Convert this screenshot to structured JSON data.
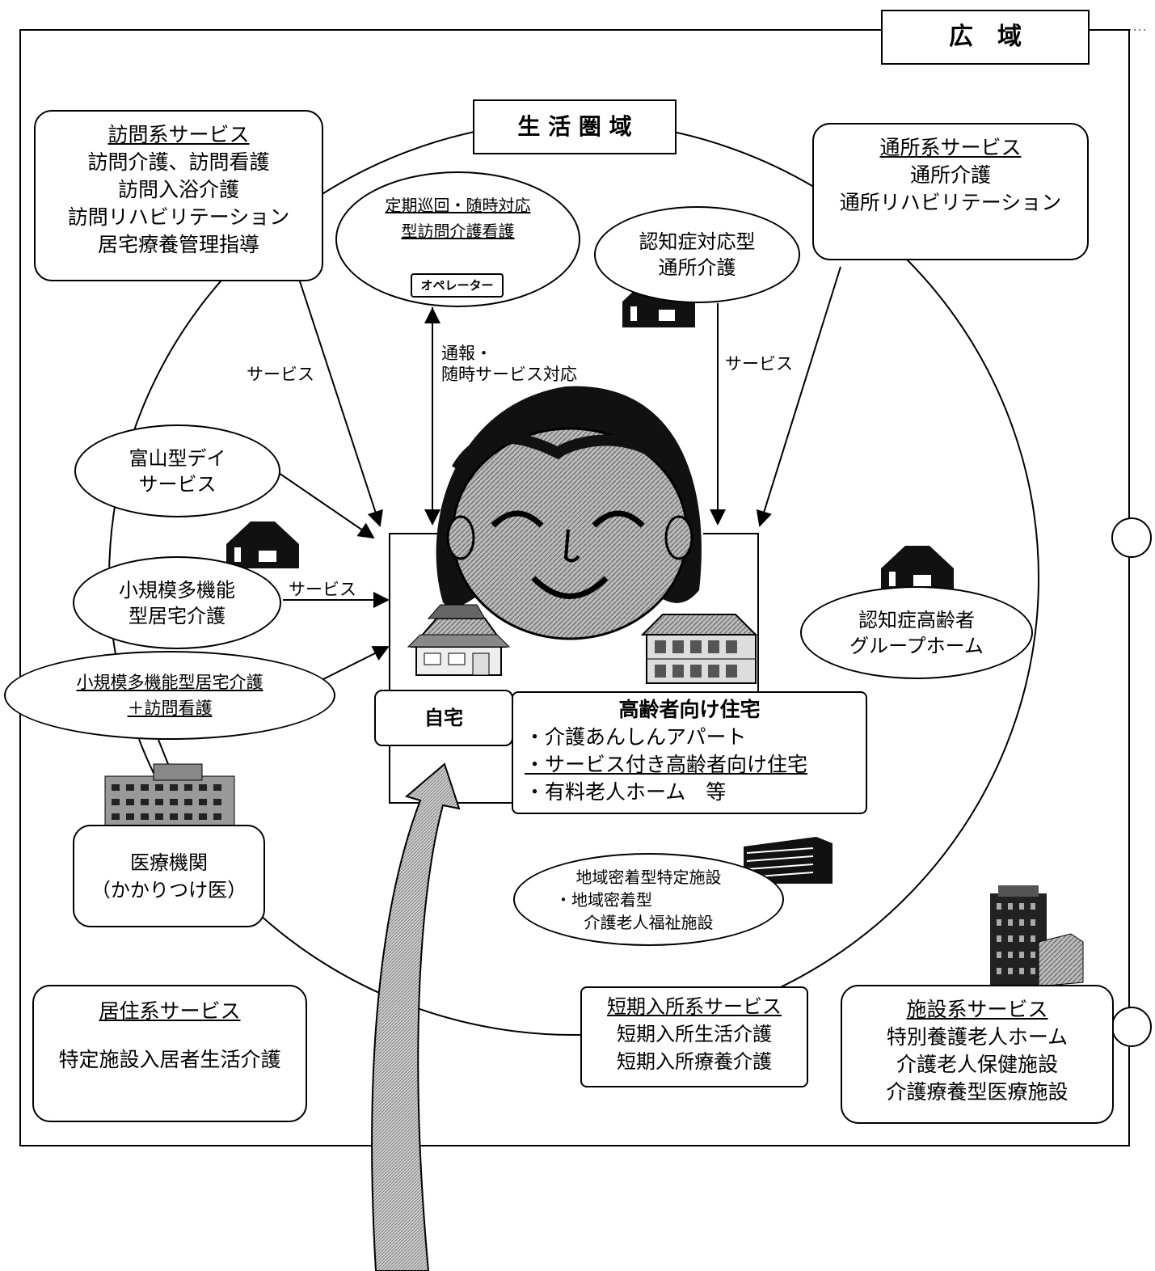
{
  "wide_area": {
    "title": "広　域"
  },
  "living_area": {
    "title": "生 活 圏 域"
  },
  "home_visit": {
    "title": "訪問系サービス",
    "items": [
      "訪問介護、訪問看護",
      "訪問入浴介護",
      "訪問リハビリテーション",
      "居宅療養管理指導"
    ]
  },
  "day_service": {
    "title": "通所系サービス",
    "items": [
      "通所介護",
      "通所リハビリテーション"
    ]
  },
  "periodic_visit": {
    "line1": "定期巡回・随時対応",
    "line2": "型訪問介護看護",
    "operator": "オペレーター"
  },
  "dementia_day": {
    "line1": "認知症対応型",
    "line2": "通所介護"
  },
  "labels": {
    "service_left": "サービス",
    "service_right": "サービス",
    "service_small": "サービス",
    "report_line1": "通報・",
    "report_line2": "随時サービス対応"
  },
  "toyama_day": {
    "line1": "富山型デイ",
    "line2": "サービス"
  },
  "small_multi": {
    "line1": "小規模多機能",
    "line2": "型居宅介護"
  },
  "small_multi_nursing": {
    "line1": "小規模多機能型居宅介護",
    "line2": "＋訪問看護"
  },
  "medical": {
    "line1": "医療機関",
    "line2": "（かかりつけ医）"
  },
  "home": {
    "label": "自宅"
  },
  "elderly_housing": {
    "title": "高齢者向け住宅",
    "items": [
      "・介護あんしんアパート",
      "・サービス付き高齢者向け住宅",
      "・有料老人ホーム　等"
    ]
  },
  "dementia_group": {
    "line1": "認知症高齢者",
    "line2": "グループホーム"
  },
  "community_facility": {
    "line1": "地域密着型特定施設",
    "line2": "・地域密着型",
    "line3": "介護老人福祉施設"
  },
  "residential": {
    "title": "居住系サービス",
    "item": "特定施設入居者生活介護"
  },
  "short_stay": {
    "title": "短期入所系サービス",
    "items": [
      "短期入所生活介護",
      "短期入所療養介護"
    ]
  },
  "facility": {
    "title": "施設系サービス",
    "items": [
      "特別養護老人ホーム",
      "介護老人保健施設",
      "介護療養型医療施設"
    ]
  }
}
